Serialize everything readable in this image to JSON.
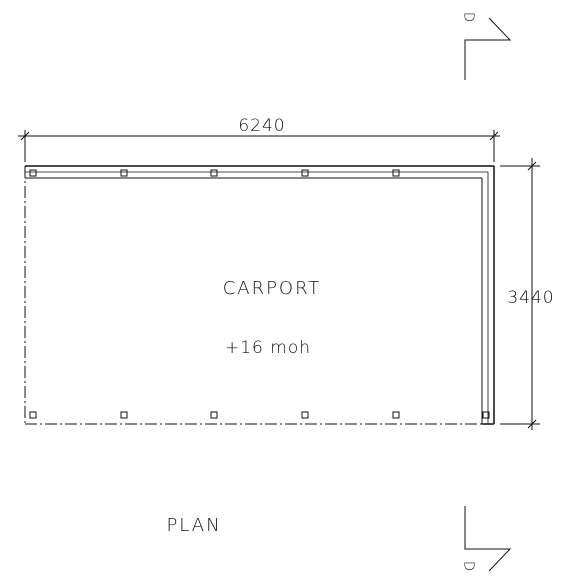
{
  "plan": {
    "width_dimension": "6240",
    "depth_dimension": "3440",
    "room_label": "CARPORT",
    "level_label": "+16 moh",
    "plan_title": "PLAN",
    "section_marker_top": "D",
    "section_marker_bottom": "D"
  },
  "colors": {
    "line": "#111111",
    "background": "#ffffff"
  }
}
